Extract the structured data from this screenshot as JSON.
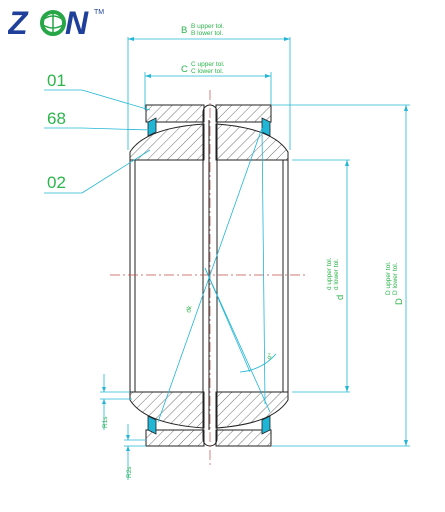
{
  "logo": {
    "text_z": "Z",
    "text_n": "N",
    "tm": "TM",
    "color_blue": "#1e3f9a",
    "color_green": "#27a648"
  },
  "callouts": [
    {
      "id": "outer-ring",
      "label": "01"
    },
    {
      "id": "seal",
      "label": "68"
    },
    {
      "id": "inner-ring",
      "label": "02"
    }
  ],
  "dimensions": {
    "B": {
      "symbol": "B",
      "upper": "B upper tol.",
      "lower": "B lower tol."
    },
    "C": {
      "symbol": "C",
      "upper": "C upper tol.",
      "lower": "C lower tol."
    },
    "d": {
      "symbol": "d",
      "upper": "d upper tol.",
      "lower": "d lower tol."
    },
    "D": {
      "symbol": "D",
      "upper": "D upper tol.",
      "lower": "D lower tol."
    },
    "dk": "dk",
    "alpha": "α°",
    "r1s": "R1s",
    "r2s": "R2s"
  },
  "colors": {
    "dimension_text": "#2bb54a",
    "leader_lines": "#21b6d6",
    "outline": "#222222",
    "centerline": "#c0504d"
  }
}
